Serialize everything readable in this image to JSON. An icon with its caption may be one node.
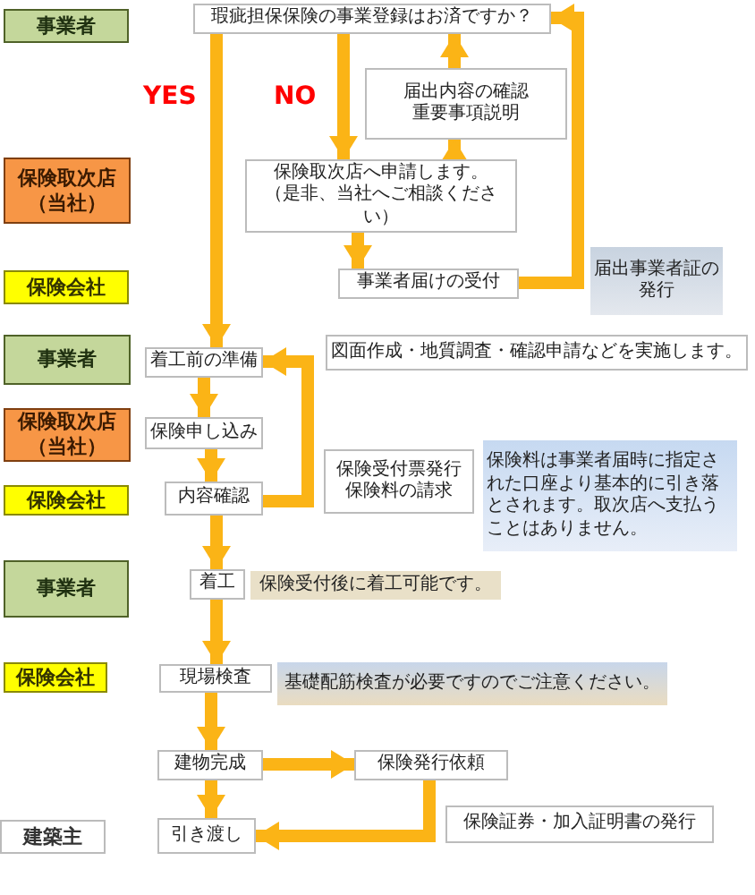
{
  "diagram": {
    "nodes": [
      {
        "text": [
          "事業者"
        ]
      },
      {
        "text": [
          "瑕疵担保保険の事業登録はお済ですか？"
        ]
      },
      {
        "text": [
          "届出内容の確認",
          "重要事項説明"
        ]
      },
      {
        "text": [
          "保険取次店（当社）"
        ]
      },
      {
        "text": [
          "保険取次店へ申請します。",
          "（是非、当社へご相談ください）"
        ]
      },
      {
        "text": [
          "保険会社"
        ]
      },
      {
        "text": [
          "事業者届けの受付"
        ]
      },
      {
        "text": [
          "届出事業者証の発行"
        ]
      },
      {
        "text": [
          "事業者"
        ]
      },
      {
        "text": [
          "着工前の準備"
        ]
      },
      {
        "text": [
          "図面作成・地質調査・確認申請などを実施します。"
        ]
      },
      {
        "text": [
          "保険取次店（当社）"
        ]
      },
      {
        "text": [
          "保険申し込み"
        ]
      },
      {
        "text": [
          "保険会社"
        ]
      },
      {
        "text": [
          "内容確認"
        ]
      },
      {
        "text": [
          "保険受付票発行",
          "保険料の請求"
        ]
      },
      {
        "text": [
          "保険料は事業者届時に指定された口座より基本的に引き落とされます。取次店へ支払うことはありません。"
        ]
      },
      {
        "text": [
          "事業者"
        ]
      },
      {
        "text": [
          "着工"
        ]
      },
      {
        "text": [
          "保険受付後に着工可能です。"
        ]
      },
      {
        "text": [
          "保険会社"
        ]
      },
      {
        "text": [
          "現場検査"
        ]
      },
      {
        "text": [
          "基礎配筋検査が必要ですのでご注意ください。"
        ]
      },
      {
        "text": [
          "建物完成"
        ]
      },
      {
        "text": [
          "保険発行依頼"
        ]
      },
      {
        "text": [
          "建築主"
        ]
      },
      {
        "text": [
          "引き渡し"
        ]
      },
      {
        "text": [
          "保険証券・加入証明書の発行"
        ]
      }
    ],
    "edges": [
      {
        "from": 1,
        "to": 9,
        "arrow": "to"
      },
      {
        "from": 1,
        "to": 4,
        "arrow": "to"
      },
      {
        "from": 2,
        "to": 1,
        "arrow": "to"
      },
      {
        "from": 4,
        "to": 2,
        "arrow": "to"
      },
      {
        "from": 4,
        "to": 6,
        "arrow": "to"
      },
      {
        "from": 6,
        "to": 1,
        "arrow": "to"
      },
      {
        "from": 9,
        "to": 12,
        "arrow": "to"
      },
      {
        "from": 12,
        "to": 14,
        "arrow": "to"
      },
      {
        "from": 14,
        "to": 9,
        "arrow": "to"
      },
      {
        "from": 14,
        "to": 18,
        "arrow": "to"
      },
      {
        "from": 18,
        "to": 21,
        "arrow": "to"
      },
      {
        "from": 21,
        "to": 23,
        "arrow": "to"
      },
      {
        "from": 23,
        "to": 26,
        "arrow": "to"
      },
      {
        "from": 23,
        "to": 24,
        "arrow": "to"
      },
      {
        "from": 24,
        "to": 26,
        "arrow": "to"
      }
    ],
    "labels": [
      "YES",
      "NO"
    ]
  }
}
